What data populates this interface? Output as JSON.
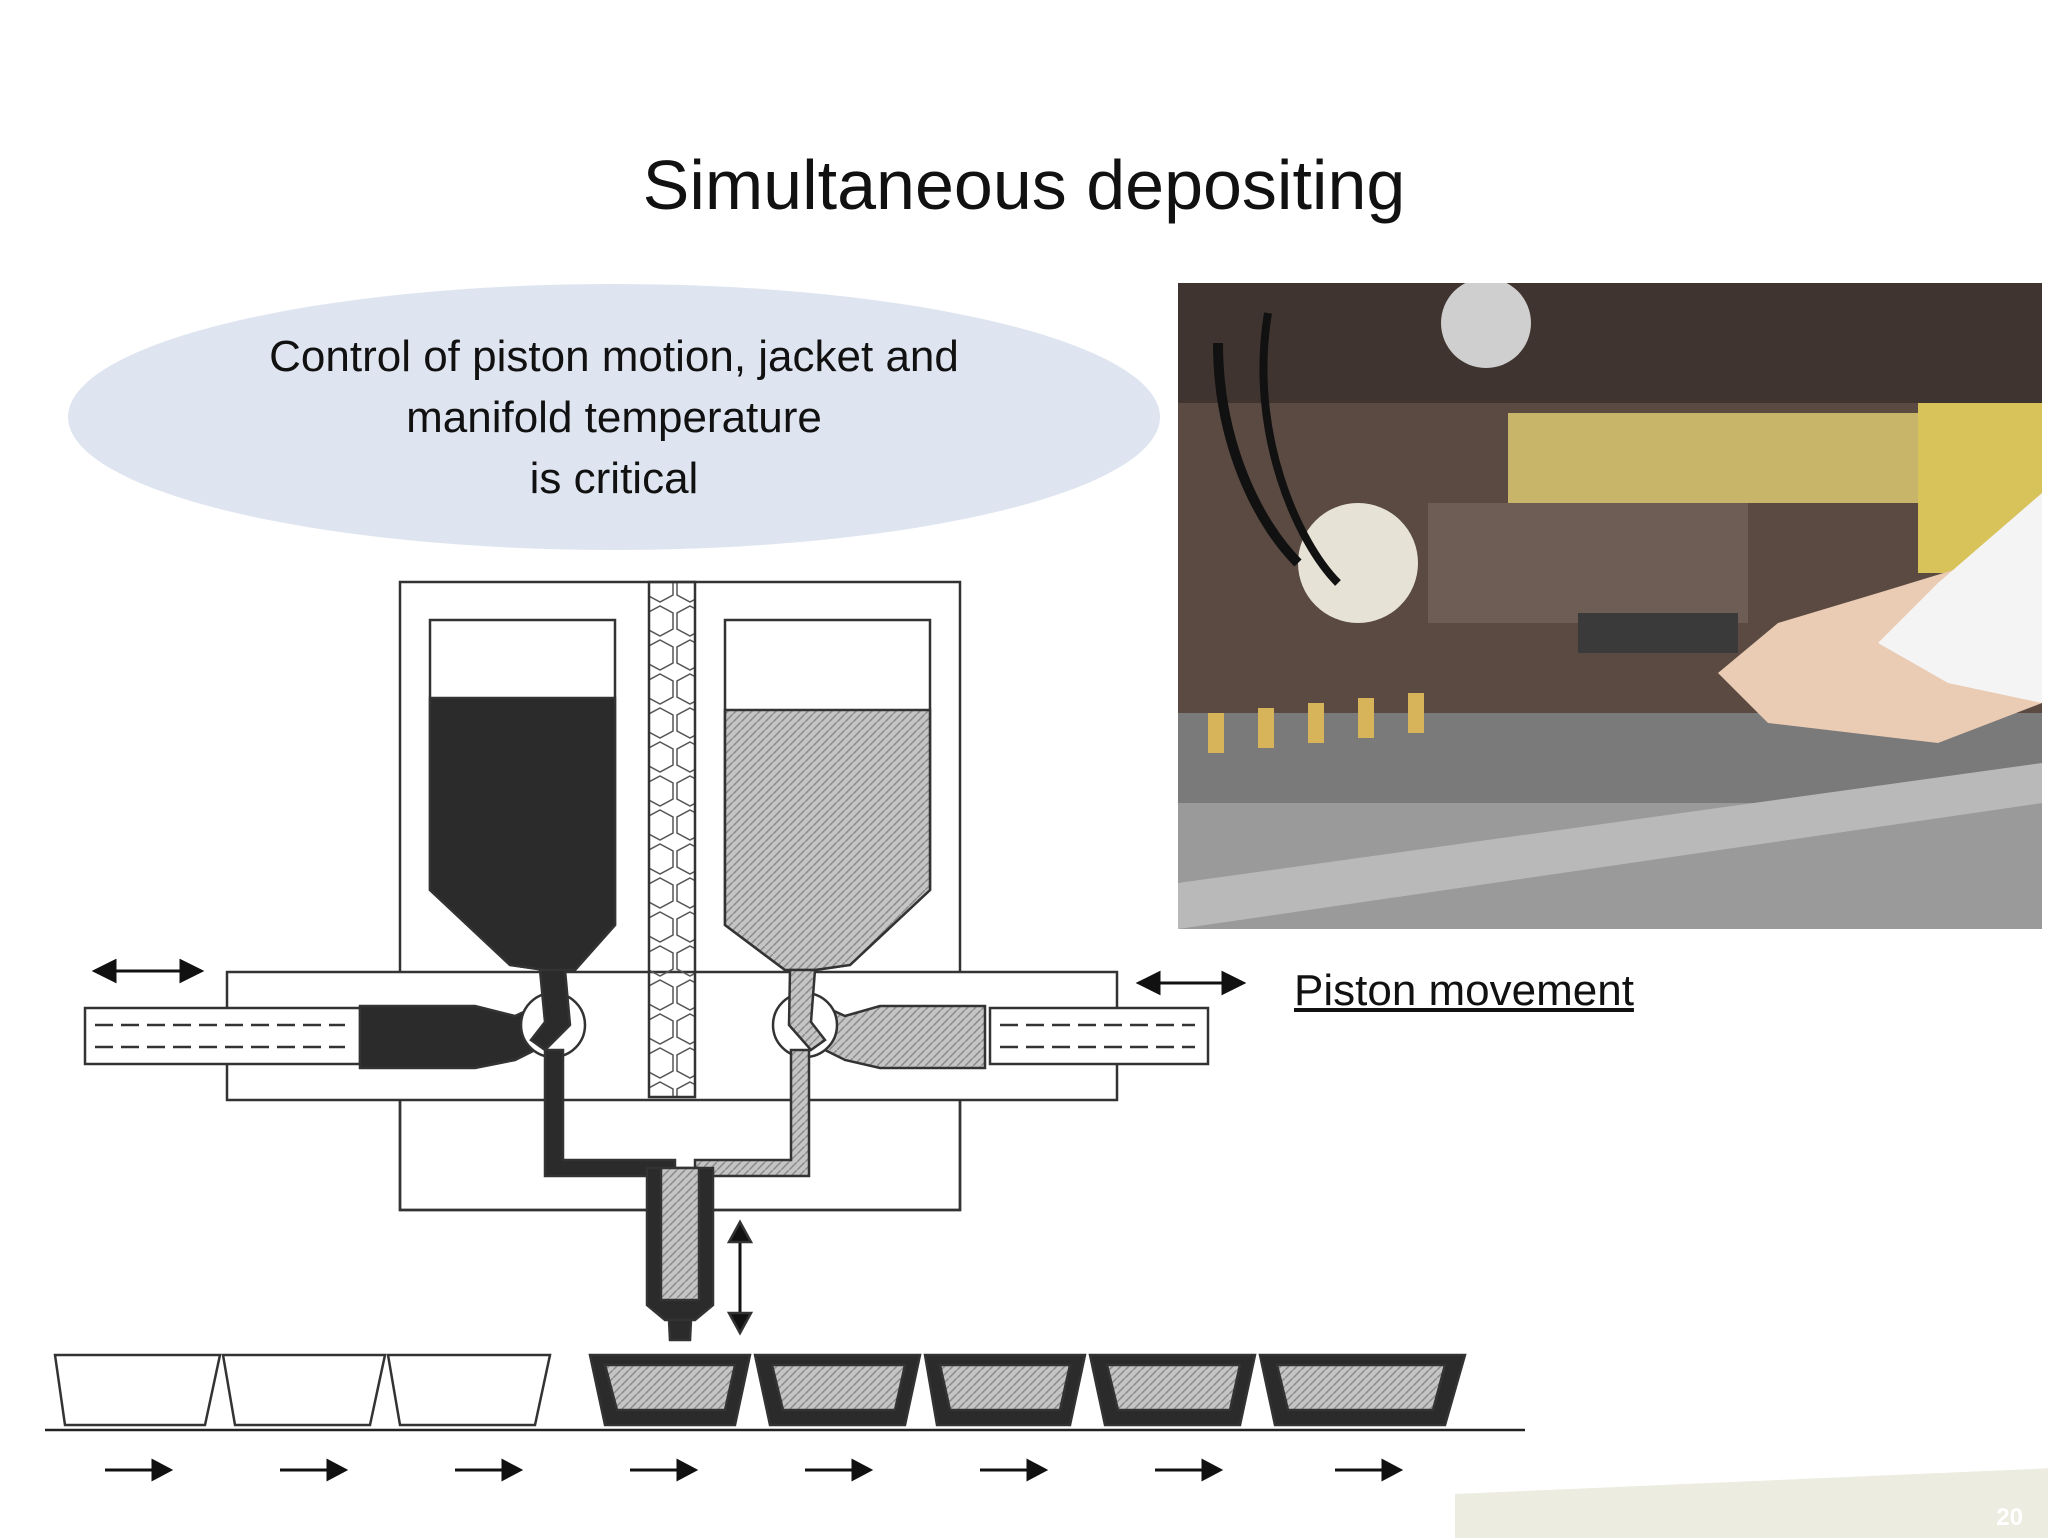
{
  "slide": {
    "title": "Simultaneous depositing",
    "callout": {
      "lines": [
        "Control of piston motion, jacket and",
        "manifold temperature",
        "is critical"
      ]
    },
    "photo_caption": "Piston movement",
    "page_number": "20"
  },
  "diagram": {
    "left_fill": "dark",
    "right_fill": "light-hatched",
    "icons": [
      "double-arrow-icon",
      "vertical-double-arrow-icon",
      "conveyor-arrow-icon"
    ]
  },
  "colors": {
    "ellipse": "#dfe5f0",
    "dark_mass": "#2b2b2b",
    "light_mass": "#b9b9b9",
    "footer_band": "#ecece0"
  }
}
